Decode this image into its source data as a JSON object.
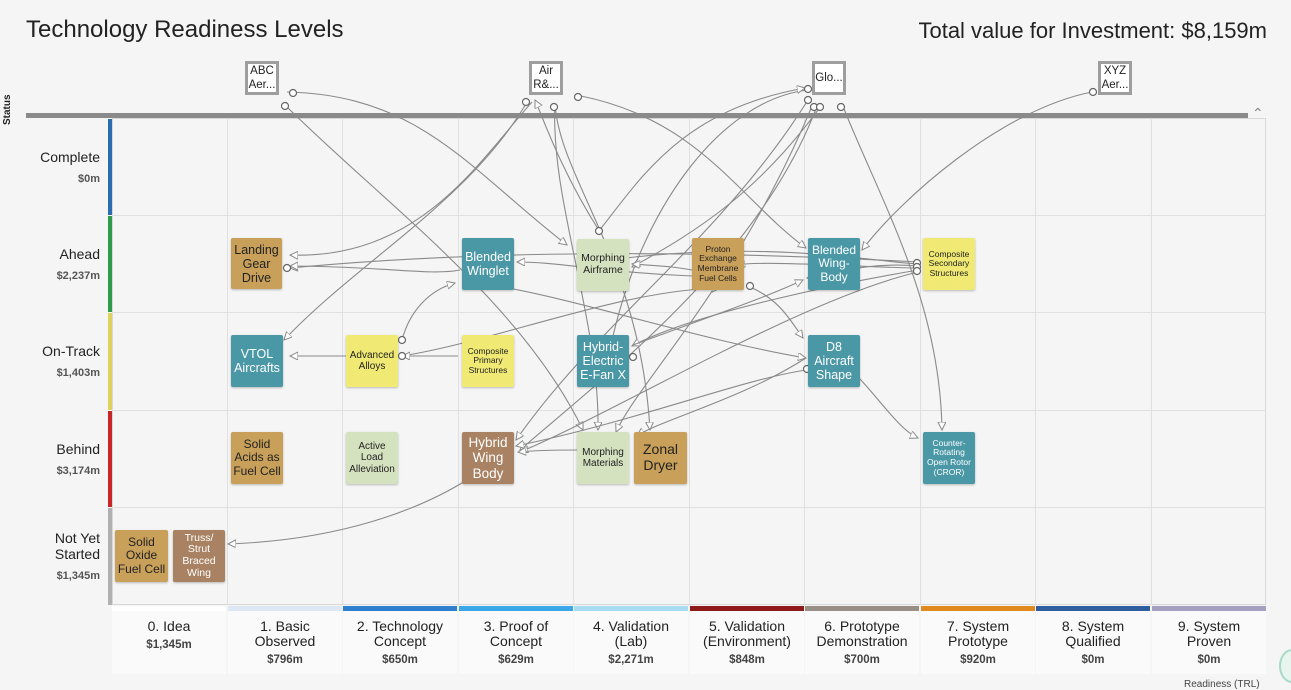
{
  "header": {
    "title": "Technology Readiness Levels",
    "total": "Total value for Investment: $8,159m",
    "status_axis": "Status",
    "x_axis_label": "Readiness (TRL)"
  },
  "organizations": [
    {
      "id": "abc",
      "lines": [
        "ABC",
        "Aer..."
      ]
    },
    {
      "id": "air",
      "lines": [
        "Air",
        "R&..."
      ]
    },
    {
      "id": "glo",
      "lines": [
        "Glo..."
      ]
    },
    {
      "id": "xyz",
      "lines": [
        "XYZ",
        "Aer..."
      ]
    }
  ],
  "status_rows": [
    {
      "label": "Complete",
      "value": "$0m",
      "color": "#2b6cb0"
    },
    {
      "label": "Ahead",
      "value": "$2,237m",
      "color": "#2e9a4a"
    },
    {
      "label": "On-Track",
      "value": "$1,403m",
      "color": "#dcd25c"
    },
    {
      "label": "Behind",
      "value": "$3,174m",
      "color": "#c62828"
    },
    {
      "label": "Not Yet Started",
      "value": "$1,345m",
      "color": "#b0b0b0"
    }
  ],
  "trl_columns": [
    {
      "label": "0. Idea",
      "value": "$1,345m",
      "color": "#ffffff"
    },
    {
      "label": "1. Basic Observed",
      "value": "$796m",
      "color": "#dde8f4"
    },
    {
      "label": "2. Technology Concept",
      "value": "$650m",
      "color": "#2f7fcf"
    },
    {
      "label": "3. Proof of Concept",
      "value": "$629m",
      "color": "#3aa8e8"
    },
    {
      "label": "4. Validation (Lab)",
      "value": "$2,271m",
      "color": "#a8dcf0"
    },
    {
      "label": "5. Validation (Environment)",
      "value": "$848m",
      "color": "#8e1a1a"
    },
    {
      "label": "6. Prototype Demonstration",
      "value": "$700m",
      "color": "#9a8f86"
    },
    {
      "label": "7. System Prototype",
      "value": "$920m",
      "color": "#e08a1e"
    },
    {
      "label": "8. System Qualified",
      "value": "$0m",
      "color": "#2e5e9e"
    },
    {
      "label": "9. System Proven",
      "value": "$0m",
      "color": "#a6a0c0"
    }
  ],
  "technologies": [
    {
      "id": "landing-gear-drive",
      "name": "Landing Gear Drive",
      "status": "Ahead",
      "trl": 1,
      "style": "tan"
    },
    {
      "id": "blended-winglet",
      "name": "Blended Winglet",
      "status": "Ahead",
      "trl": 3,
      "style": "teal"
    },
    {
      "id": "morphing-airframe",
      "name": "Morphing Airframe",
      "status": "Ahead",
      "trl": 4,
      "style": "sage"
    },
    {
      "id": "proton-exchange",
      "name": "Proton Exchange Membrane Fuel Cells",
      "status": "Ahead",
      "trl": 5,
      "style": "tan"
    },
    {
      "id": "blended-wing-body",
      "name": "Blended Wing-Body",
      "status": "Ahead",
      "trl": 6,
      "style": "teal"
    },
    {
      "id": "composite-secondary",
      "name": "Composite Secondary Structures",
      "status": "Ahead",
      "trl": 7,
      "style": "yellow"
    },
    {
      "id": "vtol-aircrafts",
      "name": "VTOL Aircrafts",
      "status": "On-Track",
      "trl": 1,
      "style": "teal"
    },
    {
      "id": "advanced-alloys",
      "name": "Advanced Alloys",
      "status": "On-Track",
      "trl": 2,
      "style": "yellow"
    },
    {
      "id": "composite-primary",
      "name": "Composite Primary Structures",
      "status": "On-Track",
      "trl": 3,
      "style": "yellow"
    },
    {
      "id": "hybrid-electric",
      "name": "Hybrid-Electric E-Fan X",
      "status": "On-Track",
      "trl": 4,
      "style": "teal"
    },
    {
      "id": "d8-aircraft",
      "name": "D8 Aircraft Shape",
      "status": "On-Track",
      "trl": 6,
      "style": "teal"
    },
    {
      "id": "solid-acids",
      "name": "Solid Acids as Fuel Cell",
      "status": "Behind",
      "trl": 1,
      "style": "tan"
    },
    {
      "id": "active-load",
      "name": "Active Load Alleviation",
      "status": "Behind",
      "trl": 2,
      "style": "sage"
    },
    {
      "id": "hybrid-wing-body",
      "name": "Hybrid Wing Body",
      "status": "Behind",
      "trl": 3,
      "style": "brown"
    },
    {
      "id": "morphing-materials",
      "name": "Morphing Materials",
      "status": "Behind",
      "trl": 4,
      "style": "sage"
    },
    {
      "id": "zonal-dryer",
      "name": "Zonal Dryer",
      "status": "Behind",
      "trl": 4,
      "style": "tan"
    },
    {
      "id": "counter-rotating",
      "name": "Counter-Rotating Open Rotor (CROR)",
      "status": "Behind",
      "trl": 7,
      "style": "teal"
    },
    {
      "id": "solid-oxide",
      "name": "Solid Oxide Fuel Cell",
      "status": "Not Yet Started",
      "trl": 0,
      "style": "tan"
    },
    {
      "id": "truss-strut",
      "name": "Truss/ Strut Braced Wing",
      "status": "Not Yet Started",
      "trl": 0,
      "style": "brown"
    }
  ],
  "colors": {
    "tan": "#c8a05a",
    "brown": "#a88262",
    "teal": "#4a97a6",
    "sage": "#d5e2c0",
    "yellow": "#f0ea74",
    "connector": "#8a8a8a"
  }
}
